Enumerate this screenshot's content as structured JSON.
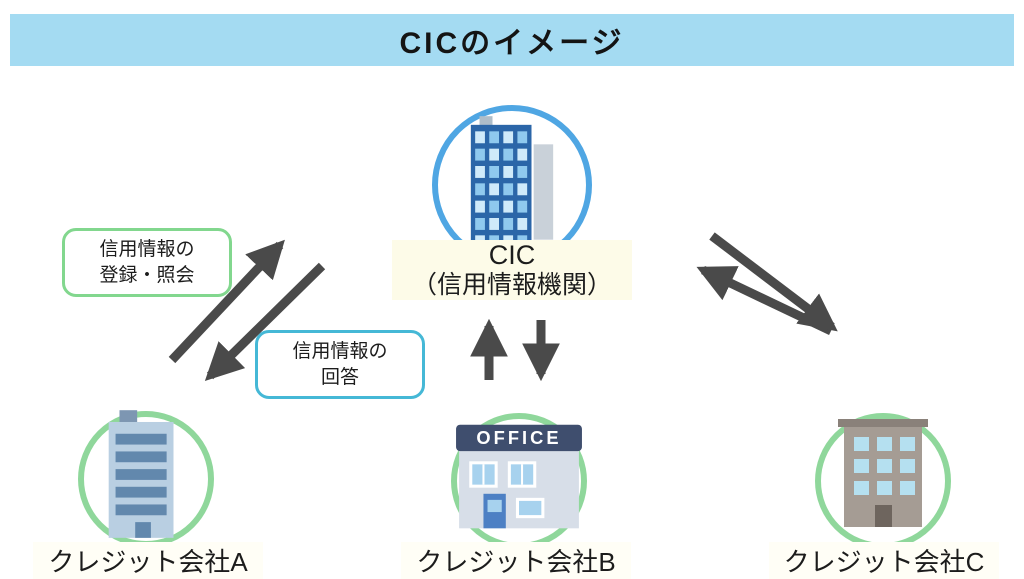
{
  "title": "CICのイメージ",
  "cic": {
    "name": "CIC",
    "subtitle": "（信用情報機関）"
  },
  "companies": [
    {
      "label": "クレジット会社A"
    },
    {
      "label": "クレジット会社B",
      "sign": "OFFICE"
    },
    {
      "label": "クレジット会社C"
    }
  ],
  "callouts": [
    {
      "line1": "信用情報の",
      "line2": "登録・照会",
      "border_color": "#82D78E"
    },
    {
      "line1": "信用情報の",
      "line2": "回答",
      "border_color": "#45B8D6"
    }
  ],
  "colors": {
    "title_background": "#A4DBF2",
    "cic_circle": "#4FA6E3",
    "company_circle": "#8FD79B",
    "arrow": "#4A4A4A",
    "label_highlight": "#FDFBE8"
  }
}
